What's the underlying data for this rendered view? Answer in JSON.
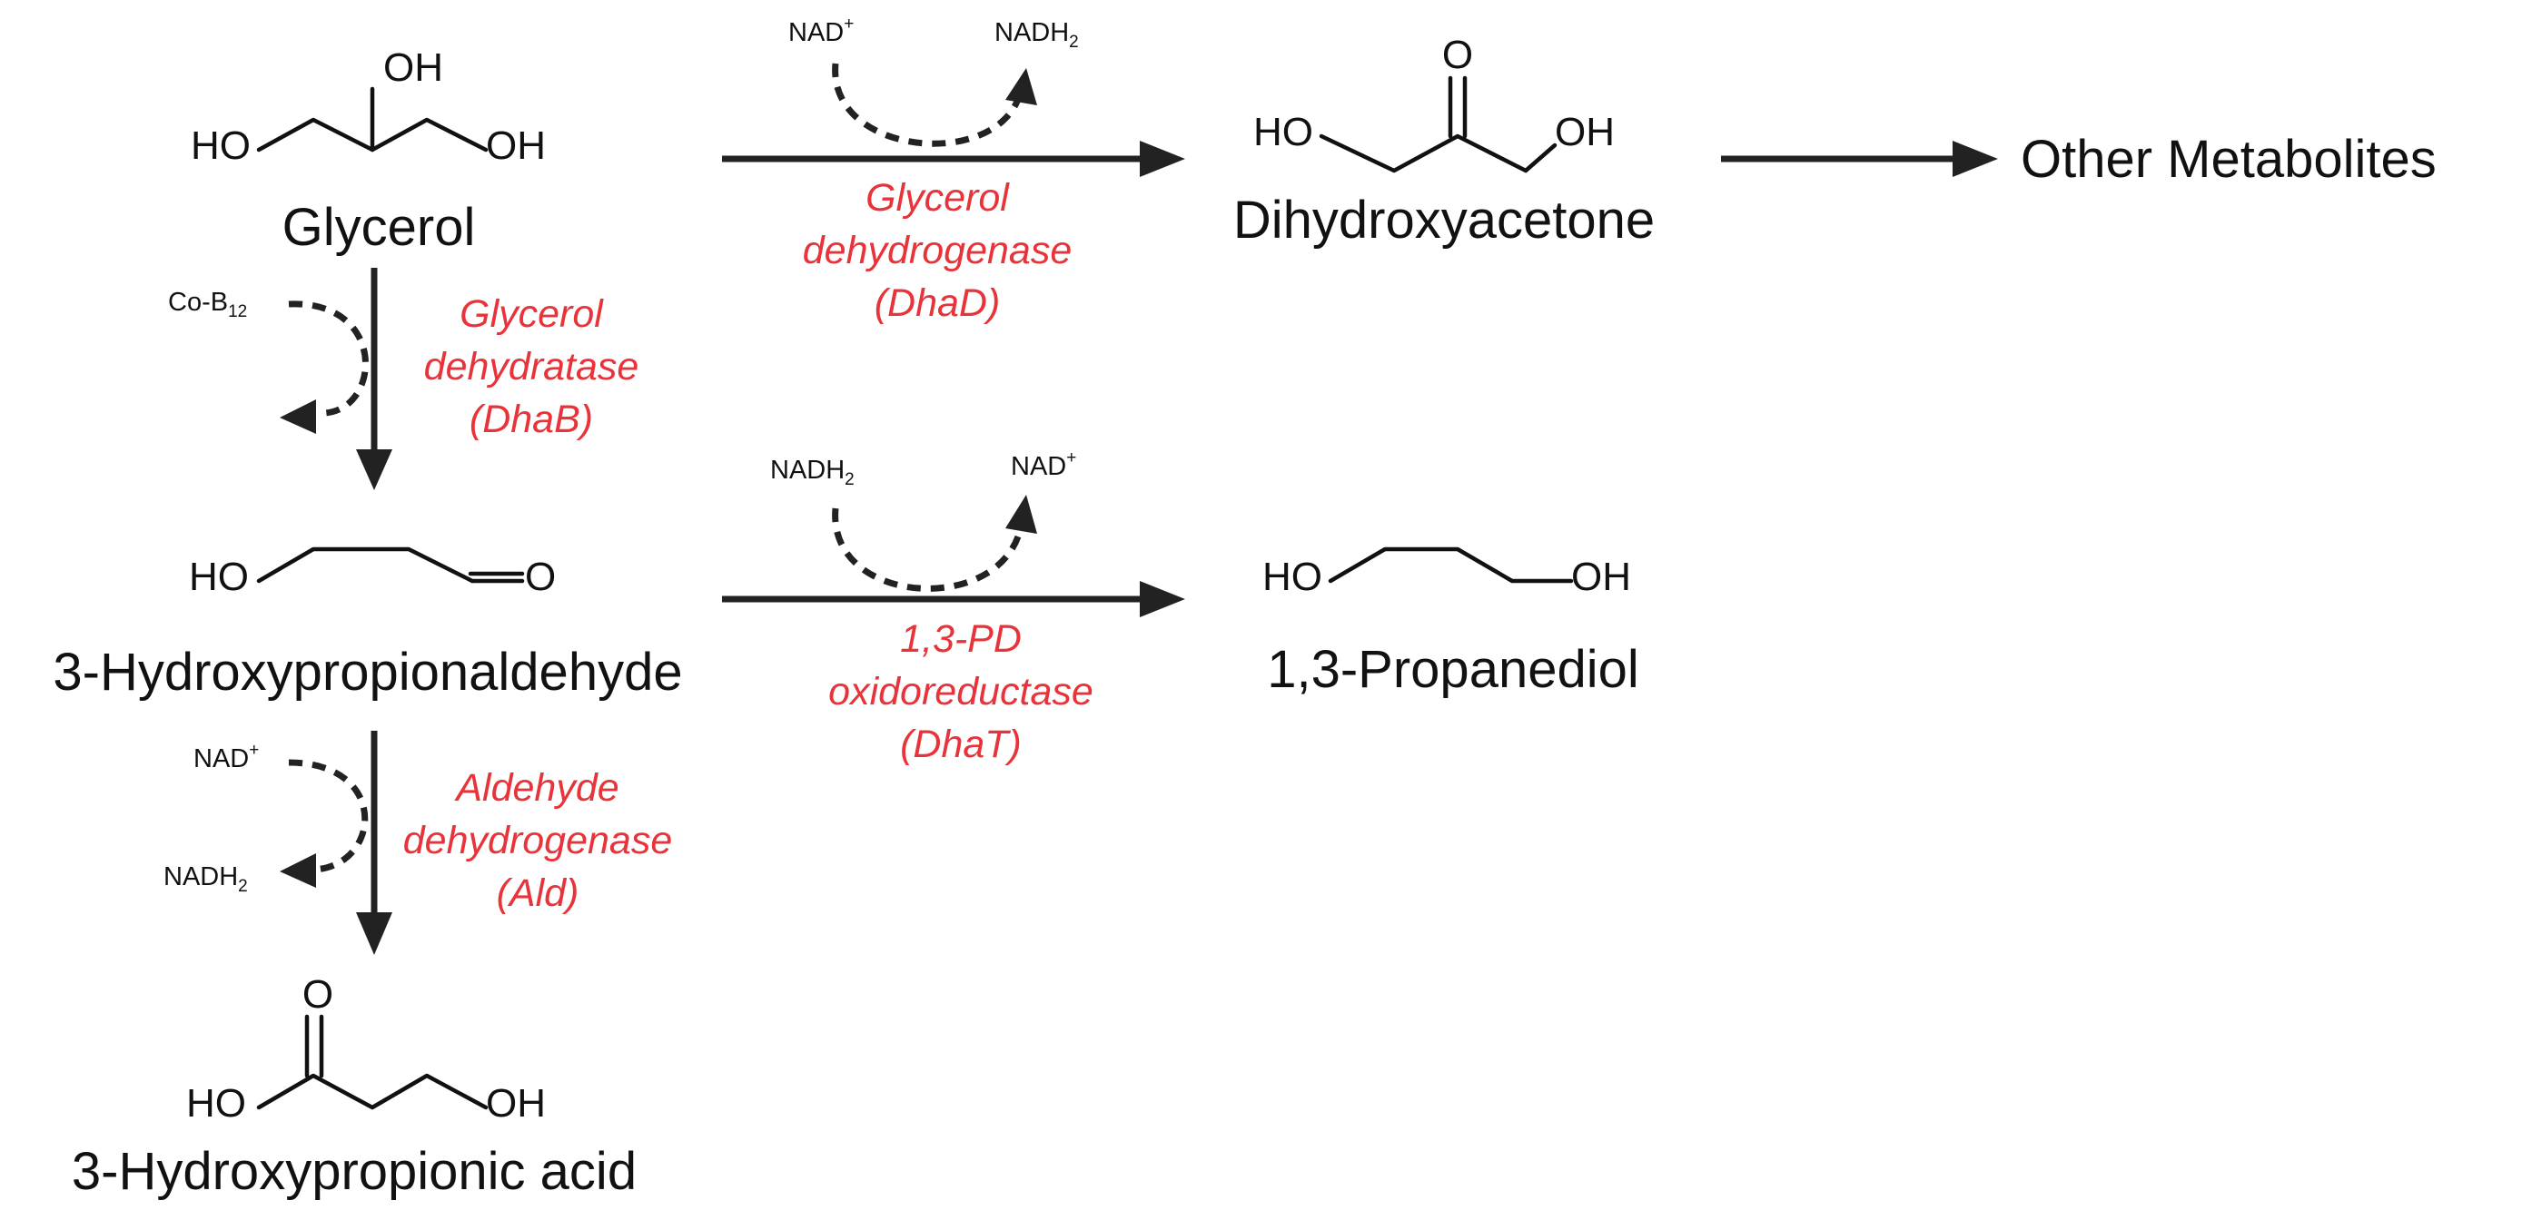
{
  "compounds": {
    "glycerol": "Glycerol",
    "dihydroxyacetone": "Dihydroxyacetone",
    "other_metabolites": "Other Metabolites",
    "hpa": "3-Hydroxypropionaldehyde",
    "propanediol": "1,3-Propanediol",
    "hp_acid": "3-Hydroxypropionic acid"
  },
  "atoms": {
    "oh": "OH",
    "ho": "HO",
    "o": "O"
  },
  "cofactors": {
    "nad_plus": "NAD",
    "plus_sup": "+",
    "nadh2": "NADH",
    "h2_sub": "2",
    "cob12": "Co-B",
    "b12_sub": "12"
  },
  "enzymes": {
    "dhad": [
      "Glycerol",
      "dehydrogenase",
      "(DhaD)"
    ],
    "dhab": [
      "Glycerol",
      "dehydratase",
      "(DhaB)"
    ],
    "dhat": [
      "1,3-PD",
      "oxidoreductase",
      "(DhaT)"
    ],
    "ald": [
      "Aldehyde",
      "dehydrogenase",
      "(Ald)"
    ]
  }
}
